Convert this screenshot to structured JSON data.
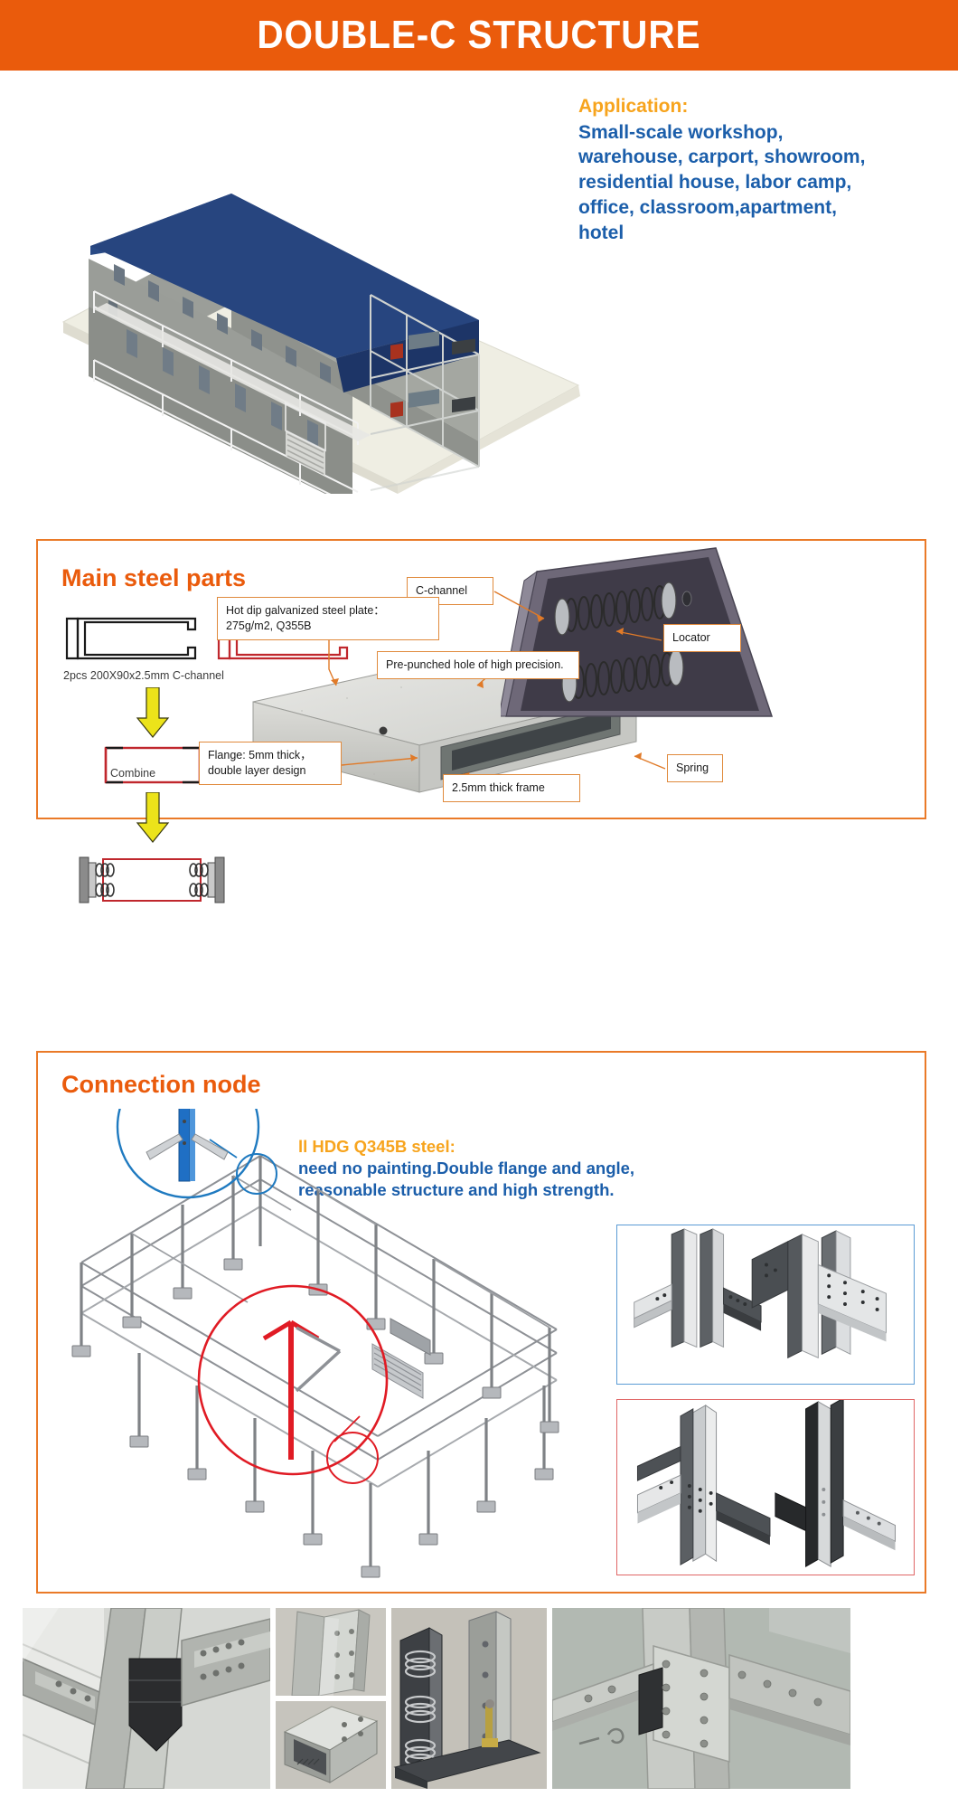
{
  "header": {
    "title": "DOUBLE-C STRUCTURE",
    "background_color": "#ea5b0c",
    "text_color": "#ffffff"
  },
  "hero": {
    "render_name": "two-storey-modular-steel-building-render",
    "roof_color": "#1f3a70",
    "wall_color": "#8c8f8a",
    "application": {
      "heading": "Application:",
      "heading_color": "#f7a41d",
      "text_color": "#1b5eaa",
      "lines": [
        "Small-scale workshop,",
        "warehouse, carport, showroom,",
        "residential house, labor camp,",
        "office, classroom,apartment,",
        "hotel"
      ]
    }
  },
  "main_steel_parts": {
    "heading": "Main steel parts",
    "heading_color": "#ea5b0c",
    "border_color": "#ea7a28",
    "channel_caption": "2pcs  200X90x2.5mm  C-channel",
    "combine_caption": "Combine",
    "channel_colors": {
      "first": "#1a1a1a",
      "second": "#c0272d"
    },
    "arrow_color": "#ece31a",
    "callouts": [
      {
        "id": "c-channel",
        "text": "C-channel"
      },
      {
        "id": "locator",
        "text": "Locator"
      },
      {
        "id": "spring",
        "text": "Spring"
      },
      {
        "id": "steel-plate",
        "text": "Hot dip galvanized  steel plate：275g/m2, Q355B"
      },
      {
        "id": "pre-punched-hole",
        "text": "Pre-punched hole  of high precision."
      },
      {
        "id": "flange",
        "text": "Flange: 5mm thick，double layer design"
      },
      {
        "id": "frame-thickness",
        "text": "2.5mm  thick frame"
      }
    ]
  },
  "connection_node": {
    "heading": "Connection node",
    "heading_color": "#ea5b0c",
    "border_color": "#ea7a28",
    "spec": {
      "heading": "ll HDG Q345B steel:",
      "heading_color": "#f7a41d",
      "text_color": "#1b5eaa",
      "lines": [
        "need no painting.Double flange and angle,",
        "reasonable structure and high strength."
      ]
    },
    "frame_drawing_name": "steel-frame-isometric-drawing",
    "magnifier_blue_color": "#1f7ac0",
    "magnifier_red_color": "#e01b24",
    "detail_panels": [
      {
        "id": "detail-panel-top",
        "border_color": "#5b9bd5",
        "name": "beam-column-joint-renders"
      },
      {
        "id": "detail-panel-bottom",
        "border_color": "#e06666",
        "name": "cross-joint-renders"
      }
    ]
  },
  "photo_strip": {
    "photos": [
      {
        "id": "photo-1",
        "name": "galvanized-column-beam-joint-photo"
      },
      {
        "id": "photo-2",
        "name": "double-c-column-profile-photo"
      },
      {
        "id": "photo-3",
        "name": "box-section-end-photo"
      },
      {
        "id": "photo-4",
        "name": "spring-column-base-photo"
      },
      {
        "id": "photo-5",
        "name": "bolted-beam-connection-photo"
      }
    ]
  }
}
